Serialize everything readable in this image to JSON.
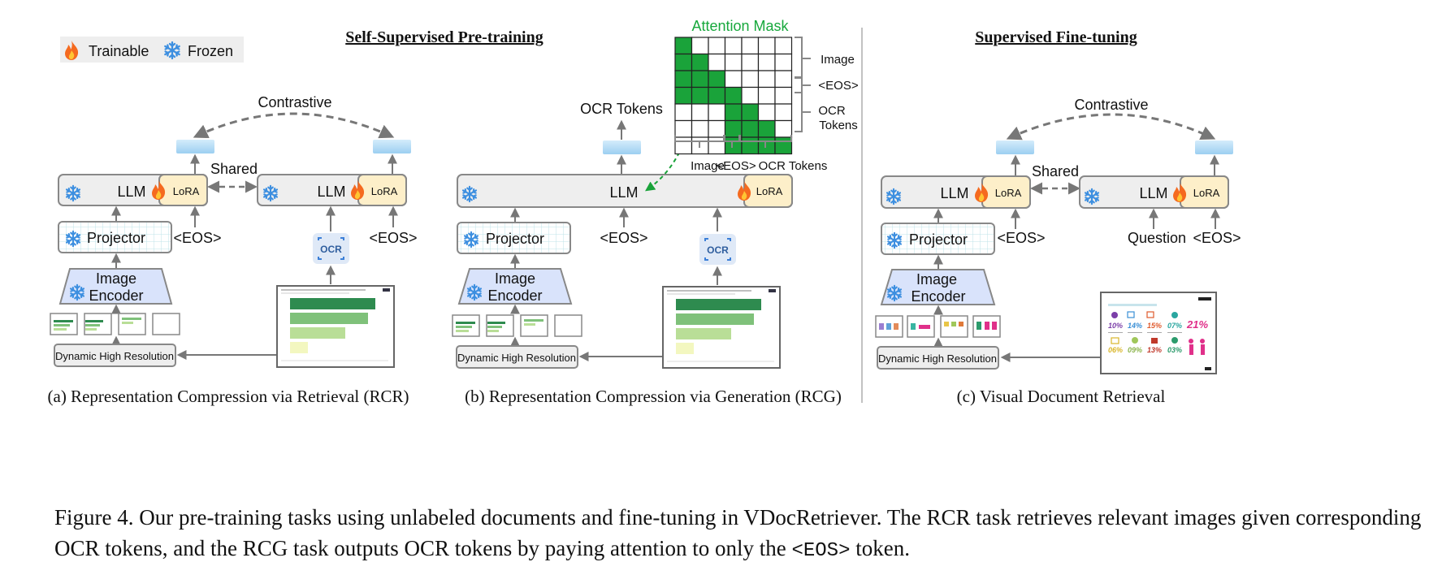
{
  "legend": {
    "trainable": "Trainable",
    "frozen": "Frozen"
  },
  "section_titles": {
    "pretraining": "Self-Supervised Pre-training",
    "finetuning": "Supervised Fine-tuning"
  },
  "panel_a": {
    "caption": "(a) Representation Compression via Retrieval (RCR)",
    "contrastive": "Contrastive",
    "shared": "Shared",
    "llm": "LLM",
    "lora": "LoRA",
    "projector": "Projector",
    "encoder_line1": "Image",
    "encoder_line2": "Encoder",
    "eos_left": "<EOS>",
    "eos_right": "<EOS>",
    "dynamic": "Dynamic High Resolution",
    "ocr_badge": "OCR"
  },
  "panel_b": {
    "caption": "(b) Representation Compression via Generation (RCG)",
    "ocr_tokens": "OCR Tokens",
    "llm": "LLM",
    "lora": "LoRA",
    "projector": "Projector",
    "encoder_line1": "Image",
    "encoder_line2": "Encoder",
    "eos": "<EOS>",
    "dynamic": "Dynamic High Resolution",
    "ocr_badge": "OCR",
    "mask_title": "Attention Mask",
    "mask_row_labels": {
      "image": "Image",
      "eos": "<EOS>",
      "ocr_line1": "OCR",
      "ocr_line2": "Tokens"
    },
    "mask_col_labels": {
      "image": "Image",
      "eos": "<EOS>",
      "ocr": "OCR Tokens"
    }
  },
  "panel_c": {
    "caption": "(c) Visual Document Retrieval",
    "contrastive": "Contrastive",
    "shared": "Shared",
    "llm": "LLM",
    "lora": "LoRA",
    "projector": "Projector",
    "encoder_line1": "Image",
    "encoder_line2": "Encoder",
    "eos_left": "<EOS>",
    "eos_right": "<EOS>",
    "question": "Question",
    "dynamic": "Dynamic High Resolution",
    "infographic_stats": [
      "10%",
      "14%",
      "15%",
      "07%",
      "21%",
      "06%",
      "09%",
      "13%",
      "03%"
    ]
  },
  "figure_caption": {
    "part1": "Figure 4. Our pre-training tasks using unlabeled documents and fine-tuning in VDocRetriever. The RCR task retrieves relevant images given corresponding OCR tokens, and the RCG task outputs OCR tokens by paying attention to only the ",
    "code": "<EOS>",
    "part2": " token."
  },
  "colors": {
    "mask_green": "#1aa33a",
    "title_green": "#17a83c",
    "lora_fill": "#fdefc9",
    "encoder_fill": "#d9e3fb",
    "embedding_blue": "#a9d8f5",
    "arrow_gray": "#777777",
    "doc_bar_1": "#2e8b4f",
    "doc_bar_2": "#7fc17a",
    "doc_bar_3": "#b9de97",
    "doc_bar_4": "#f3f7c0"
  }
}
